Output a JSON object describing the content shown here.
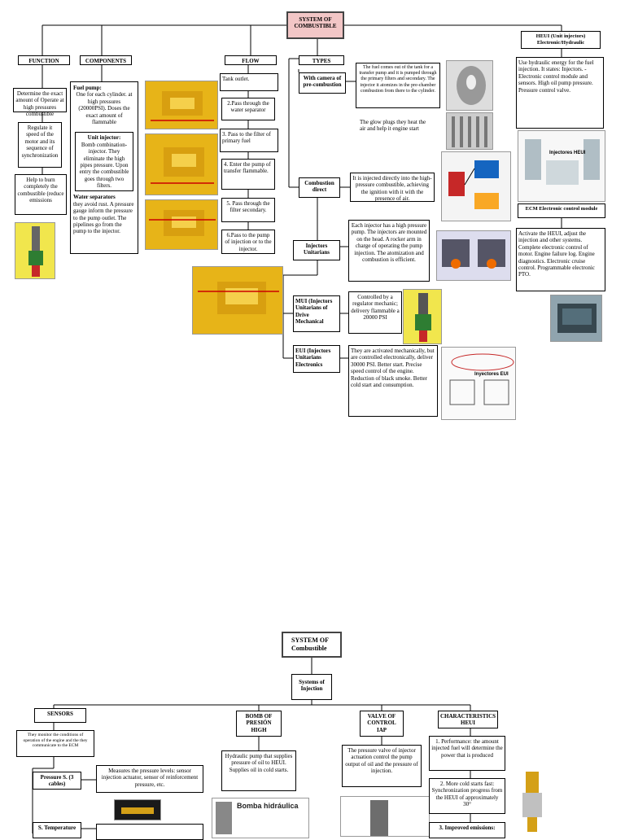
{
  "page1": {
    "root": "SYSTEM OF COMBUSTIBLE",
    "heui_header": "HEUI (Unit injectors) Electronic/Hydraulic",
    "function": {
      "title": "FUNCTION",
      "items": [
        "Determine the exact amount of Operate at high pressures combustible",
        "Regulate it speed of the motor and its sequence of synchronization",
        "Help to burn completely the combustible (reduce emissions"
      ]
    },
    "components": {
      "title": "COMPONENTS",
      "fuel_pump_title": "Fuel pump:",
      "fuel_pump_text": "One for each cylinder. at high pressures (20000PSI). Doses the exact amount of flammable",
      "unit_injector_title": "Unit injector:",
      "unit_injector_text": "Bomb combination-injector. They eliminate the high pipes pressure. Upon entry the combustible goes through two filters.",
      "water_title": "Water separators",
      "water_text": "they avoid rust. A pressure gauge inform the pressure to the pump outlet. The pipelines go from the pump to the injector."
    },
    "flow": {
      "title": "FLOW",
      "steps": [
        "Tank outlet.",
        "2.Pass through the water separator",
        "3. Pass to the filter of primary fuel",
        "4. Enter the pump of transfer flammable.",
        "5. Pass through the filter secondary.",
        "6.Pass to the pump of injection or to the injector."
      ]
    },
    "types": {
      "title": "TYPES",
      "precomb_title": "With camera of pre-combustion",
      "precomb_text": "The fuel comes out of the tank for a transfer pump and it is pumped through the primary filters and secondary. The injector it atomizes in the pre-chamber combustion from there to the cylinder.",
      "glow_text": "The glow plugs they heat the air and help it engine start",
      "direct_title": "Combustion direct",
      "direct_text": "It is injected directly into the high-pressure combustible, achieving the ignition with it with the presence of air.",
      "unit_title": "Injectors Unitarians",
      "unit_text": "Each injector has a high pressure pump. The injectors are mounted on the head. A rocker arm in charge of operating the pump injection. The atomization and combustion is efficient.",
      "mui_title": "MUI (Injectors Unitarians of Drive Mechanical",
      "mui_text": "Controlled by a regulator mechanic; delivery flammable a 20000 PSI",
      "eui_title": "EUI (Injectors Unitarians Electronics",
      "eui_text": "They are activated mechanically, but are controlled electronically, deliver 30000 PSI. Better start. Precise speed control of the engine. Reduction of black smoke. Better cold start and consumption."
    },
    "heui": {
      "text": "Use hydraulic energy for the fuel injection. It states: Injectors. - Electronic control module and sensors. High oil pump pressure. Pressure control valve.",
      "img_title": "Injectores HEUI",
      "ecm_title": "ECM Electronic control module",
      "ecm_text": "Activate the HEUI, adjust the injection and other systems. Complete electronic control of motor. Engine failure log. Engine diagnostics. Electronic cruise control. Programmable electronic PTO."
    },
    "eui_img_title": "Inyectores EUI"
  },
  "page2": {
    "root": "SYSTEM OF Combustible",
    "injection": "Systems of Injection",
    "sensors": {
      "title": "SENSORS",
      "text": "They monitor the conditions of operation of the engine and the they communicate to the ECM",
      "pressure_title": "Pressure S. (3 cables)",
      "pressure_text": "Measures the pressure levels: sensor injection actuator, sensor of reinforcement pressure, etc.",
      "temp_title": "S. Temperature"
    },
    "bomb": {
      "title": "BOMB OF PRESIÓN HIGH",
      "text": "Hydraulic pump that supplies pressure of oil to HEUI. Supplies oil in cold starts.",
      "img_title": "Bomba hidráulica"
    },
    "valve": {
      "title": "VALVE OF CONTROL IAP",
      "text": "The pressure valve of injector actuation control the pump output of oil and the pressure of injection."
    },
    "characteristics": {
      "title": "CHARACTERISTICS HEUI",
      "c1": "1. Performance: the amount injected fuel will determine the power that is produced",
      "c2": "2. More cold starts fast: Synchronization progress from the HEUI of approximately 30°",
      "c3": "3. Improved emissions:"
    }
  }
}
